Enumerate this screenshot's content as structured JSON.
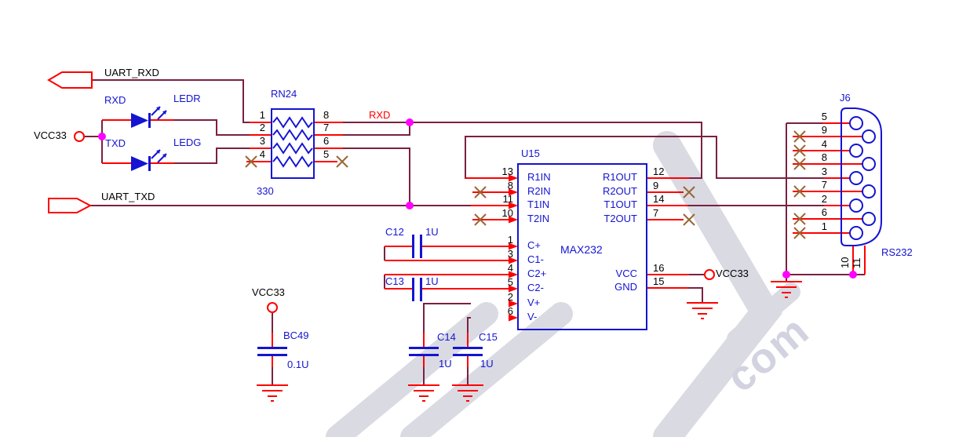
{
  "schematic": {
    "nets": {
      "uart_rxd": "UART_RXD",
      "uart_txd": "UART_TXD",
      "rxd": "RXD",
      "vcc33": "VCC33"
    },
    "rn24": {
      "ref": "RN24",
      "value": "330",
      "left_pins": [
        "1",
        "2",
        "3",
        "4"
      ],
      "right_pins": [
        "8",
        "7",
        "6",
        "5"
      ]
    },
    "led_red": {
      "net": "RXD",
      "name": "LEDR"
    },
    "led_green": {
      "net": "TXD",
      "name": "LEDG"
    },
    "u15": {
      "ref": "U15",
      "device": "MAX232",
      "left_pins": [
        {
          "num": "13",
          "name": "R1IN"
        },
        {
          "num": "8",
          "name": "R2IN"
        },
        {
          "num": "11",
          "name": "T1IN"
        },
        {
          "num": "10",
          "name": "T2IN"
        },
        {
          "num": "1",
          "name": "C+"
        },
        {
          "num": "3",
          "name": "C1-"
        },
        {
          "num": "4",
          "name": "C2+"
        },
        {
          "num": "5",
          "name": "C2-"
        },
        {
          "num": "2",
          "name": "V+"
        },
        {
          "num": "6",
          "name": "V-"
        }
      ],
      "right_pins": [
        {
          "num": "12",
          "name": "R1OUT"
        },
        {
          "num": "9",
          "name": "R2OUT"
        },
        {
          "num": "14",
          "name": "T1OUT"
        },
        {
          "num": "7",
          "name": "T2OUT"
        },
        {
          "num": "16",
          "name": "VCC"
        },
        {
          "num": "15",
          "name": "GND"
        }
      ]
    },
    "c12": {
      "ref": "C12",
      "value": "1U"
    },
    "c13": {
      "ref": "C13",
      "value": "1U"
    },
    "c14": {
      "ref": "C14",
      "value": "1U"
    },
    "c15": {
      "ref": "C15",
      "value": "1U"
    },
    "bc49": {
      "ref": "BC49",
      "value": "0.1U"
    },
    "j6": {
      "ref": "J6",
      "label": "RS232",
      "pins": [
        "5",
        "9",
        "4",
        "8",
        "3",
        "7",
        "2",
        "6",
        "1"
      ],
      "mount_pins": [
        "10",
        "11"
      ]
    }
  },
  "watermark": {
    "com": "com"
  },
  "colors": {
    "wire": "#7a2140",
    "pin": "#ff0000",
    "component": "#1414d2",
    "junction": "#ff00ff",
    "no_connect": "#996633",
    "watermark": "#dadae3"
  }
}
